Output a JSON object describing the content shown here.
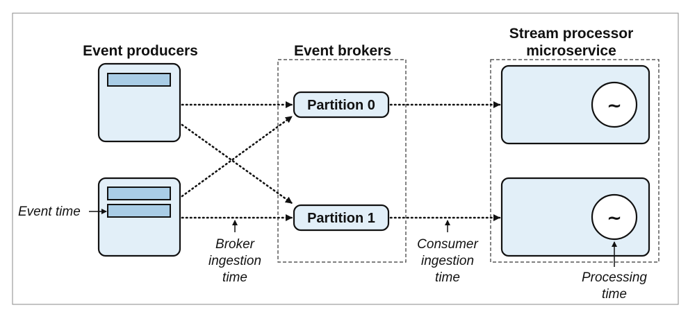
{
  "headings": {
    "producers": "Event producers",
    "brokers": "Event brokers",
    "processor_line1": "Stream processor",
    "processor_line2": "microservice"
  },
  "partitions": {
    "p0": "Partition 0",
    "p1": "Partition 1"
  },
  "processor_symbol": "~",
  "annotations": {
    "event_time": "Event time",
    "broker_ingestion": [
      "Broker",
      "ingestion",
      "time"
    ],
    "consumer_ingestion": [
      "Consumer",
      "ingestion",
      "time"
    ],
    "processing_time": [
      "Processing",
      "time"
    ]
  },
  "colors": {
    "box_fill": "#e2eff8",
    "bar_fill": "#a9cde6",
    "stroke": "#111111"
  }
}
